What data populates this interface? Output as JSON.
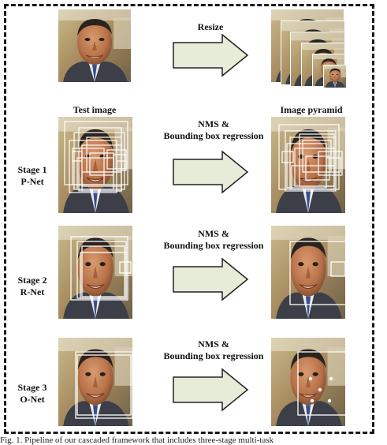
{
  "labels": {
    "resize": "Resize",
    "test_image": "Test image",
    "image_pyramid": "Image pyramid",
    "nms_line1": "NMS &",
    "nms_line2": "Bounding box regression"
  },
  "stages": [
    {
      "line1": "Stage 1",
      "line2": "P-Net"
    },
    {
      "line1": "Stage 2",
      "line2": "R-Net"
    },
    {
      "line1": "Stage 3",
      "line2": "O-Net"
    }
  ],
  "caption": "Fig. 1.   Pipeline of our cascaded framework that includes three-stage multi-task",
  "colors": {
    "arrow_fill": "#e6ecd8",
    "arrow_stroke": "#222222",
    "box_stroke": "#ffffff",
    "frame": "#1a1a1a"
  }
}
